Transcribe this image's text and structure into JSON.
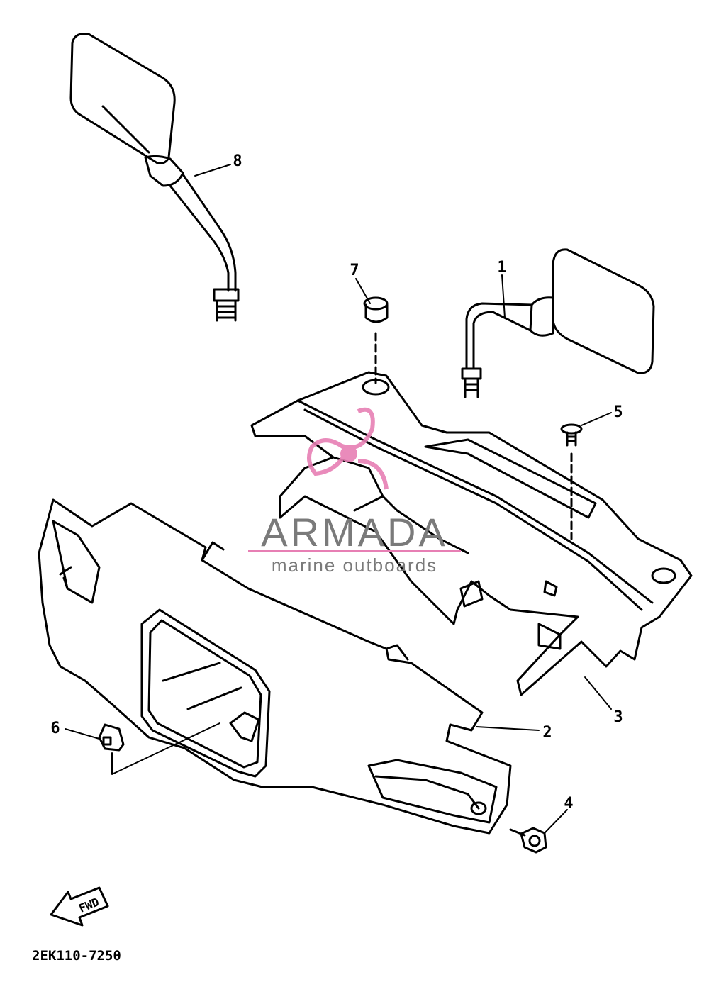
{
  "callouts": [
    {
      "id": "8",
      "label": "8"
    },
    {
      "id": "7",
      "label": "7"
    },
    {
      "id": "1",
      "label": "1"
    },
    {
      "id": "5",
      "label": "5"
    },
    {
      "id": "3",
      "label": "3"
    },
    {
      "id": "2",
      "label": "2"
    },
    {
      "id": "6",
      "label": "6"
    },
    {
      "id": "4",
      "label": "4"
    }
  ],
  "fwd_arrow": {
    "label": "FWD"
  },
  "drawing_code": "2EK110-7250",
  "watermark": {
    "brand": "ARMADA",
    "tagline": "marine outboards",
    "accent_color": "#e77fb4",
    "text_color": "#7a7a7a"
  }
}
